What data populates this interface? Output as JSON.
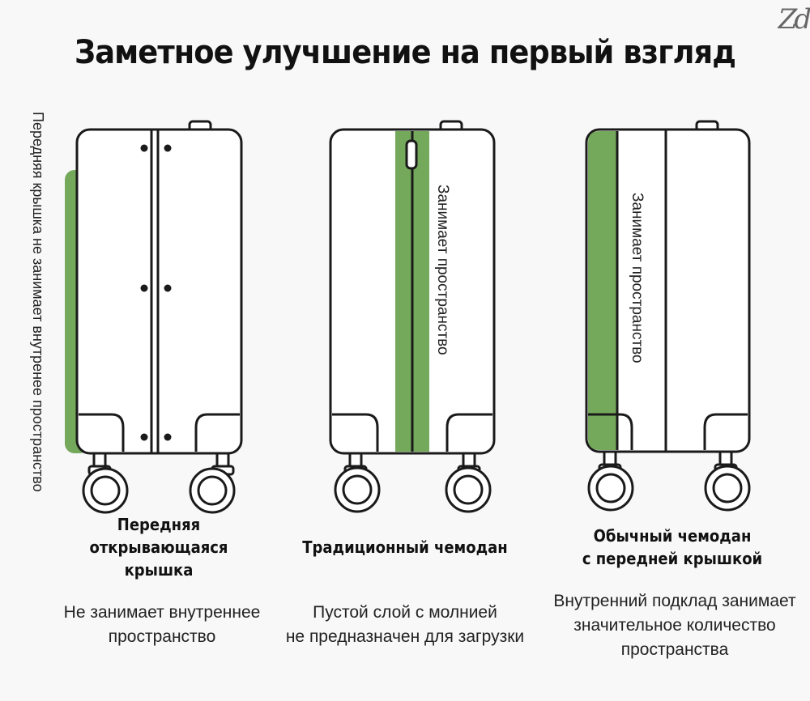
{
  "title": "Заметное улучшение на первый взгляд",
  "logo": "Zd",
  "colors": {
    "accent_green": "#74a85a",
    "outline": "#1a1a1a",
    "suitcase_fill": "#ffffff"
  },
  "side_label": "Передняя крышка не занимает внутренее пространство",
  "suitcases": [
    {
      "heading": "Передняя\nоткрывающаяся\nкрышка",
      "description": "Не занимает внутреннее\nпространство"
    },
    {
      "heading": "Традиционный чемодан",
      "inner_label": "Занимает пространство",
      "description": "Пустой слой с молнией\nне предназначен для загрузки"
    },
    {
      "heading": "Обычный чемодан\nс передней крышкой",
      "inner_label": "Занимает пространство",
      "description": "Внутренний подклад занимает\nзначительное количество\nпространства"
    }
  ]
}
